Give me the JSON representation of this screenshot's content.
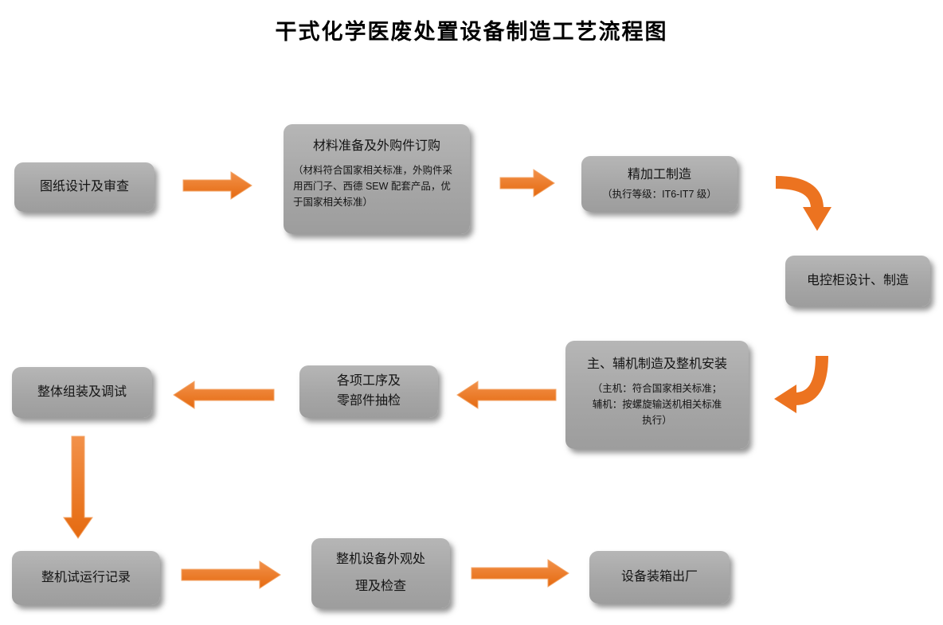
{
  "title": "干式化学医废处置设备制造工艺流程图",
  "colors": {
    "box_fill": "#a6a6a6",
    "box_text": "#141414",
    "arrow": "#ec7320"
  },
  "nodes": {
    "design": {
      "label": "图纸设计及审查"
    },
    "material": {
      "label": "材料准备及外购件订购",
      "note": "（材料符合国家相关标准，外购件采用西门子、西德 SEW 配套产品，优于国家相关标准）"
    },
    "machining": {
      "label": "精加工制造",
      "note": "（执行等级：IT6-IT7 级）"
    },
    "cabinet": {
      "label": "电控柜设计、制造"
    },
    "main_aux": {
      "label": "主、辅机制造及整机安装",
      "note": "（主机：符合国家相关标准；\n辅机：按螺旋输送机相关标准\n执行）"
    },
    "sampling": {
      "label": "各项工序及\n零部件抽检"
    },
    "assembly": {
      "label": "整体组装及调试"
    },
    "test_run": {
      "label": "整机试运行记录"
    },
    "appearance": {
      "label": "整机设备外观处\n理及检查"
    },
    "shipping": {
      "label": "设备装箱出厂"
    }
  }
}
